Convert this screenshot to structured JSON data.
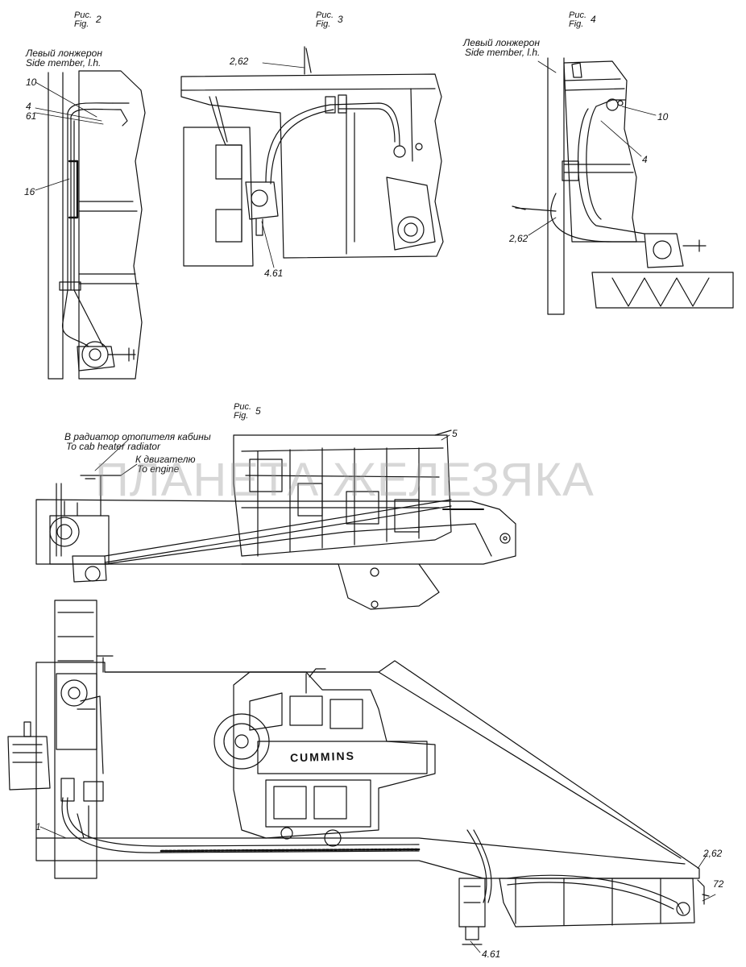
{
  "figures": [
    {
      "ru": "Рис.",
      "en": "Fig.",
      "num": "2"
    },
    {
      "ru": "Рис.",
      "en": "Fig.",
      "num": "3"
    },
    {
      "ru": "Рис.",
      "en": "Fig.",
      "num": "4"
    },
    {
      "ru": "Рис.",
      "en": "Fig.",
      "num": "5"
    }
  ],
  "captions": {
    "side_member_ru": "Левый лонжерон",
    "side_member_en": "Side member, l.h.",
    "heater_ru": "В радиатор отопителя кабины",
    "heater_en": "To cab heater radiator",
    "engine_ru": "К двигателю",
    "engine_en": "To engine"
  },
  "callouts": {
    "c10": "10",
    "c4": "4",
    "c61": "61",
    "c16": "16",
    "c262": "2,62",
    "c461": "4.61",
    "c461b": "4.61",
    "c5": "5",
    "c1": "1",
    "c72": "72"
  },
  "engine_brand": "CUMMINS",
  "watermark": "ПЛАНЕТА ЖЕЛЕЗЯКА",
  "colors": {
    "ink": "#111111",
    "paper": "#ffffff",
    "watermark": "#969696"
  }
}
